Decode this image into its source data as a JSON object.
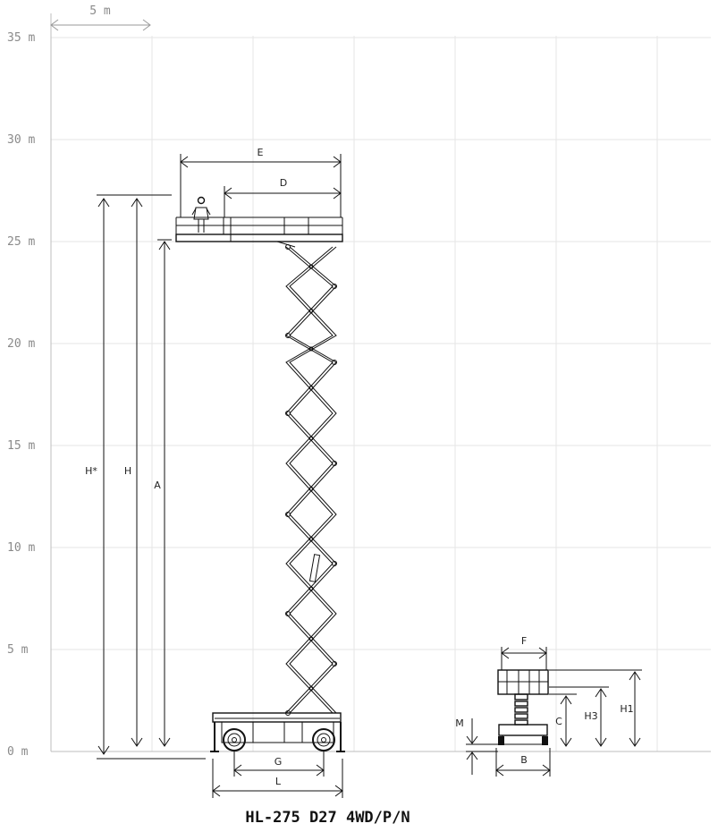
{
  "caption": "HL-275 D27 4WD/P/N",
  "scale_bar": {
    "label": "5 m"
  },
  "y_axis": {
    "ticks": [
      "0 m",
      "5 m",
      "10 m",
      "15 m",
      "20 m",
      "25 m",
      "30 m",
      "35 m"
    ]
  },
  "dimensions": {
    "e": "E",
    "d": "D",
    "h_star": "H*",
    "h": "H",
    "a": "A",
    "g": "G",
    "l": "L",
    "f": "F",
    "b": "B",
    "m": "M",
    "c": "C",
    "h3": "H3",
    "h1": "H1"
  }
}
